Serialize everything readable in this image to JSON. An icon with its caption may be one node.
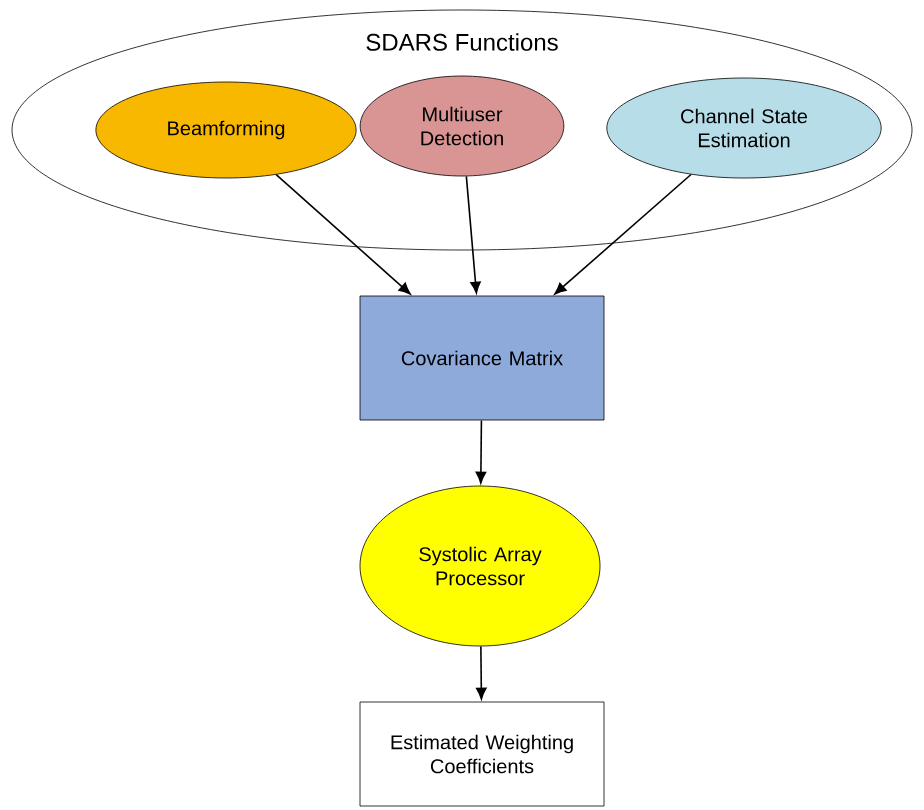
{
  "diagram": {
    "nodes": [
      {
        "text": [
          "SDARS Functions"
        ]
      },
      {
        "text": [
          "Beamforming"
        ],
        "in": 0
      },
      {
        "text": [
          "Multiuser Detection"
        ],
        "in": 0
      },
      {
        "text": [
          "Channel State Estimation"
        ],
        "in": 0
      },
      {
        "text": [
          "Covariance Matrix"
        ]
      },
      {
        "text": [
          "Systolic Array Processor"
        ]
      },
      {
        "text": [
          "Estimated Weighting Coefficients"
        ]
      }
    ],
    "edges": [
      {
        "from": 1,
        "to": 4,
        "arrow": "to"
      },
      {
        "from": 2,
        "to": 4,
        "arrow": "to"
      },
      {
        "from": 3,
        "to": 4,
        "arrow": "to"
      },
      {
        "from": 4,
        "to": 5,
        "arrow": "to"
      },
      {
        "from": 5,
        "to": 6,
        "arrow": "to"
      }
    ]
  }
}
